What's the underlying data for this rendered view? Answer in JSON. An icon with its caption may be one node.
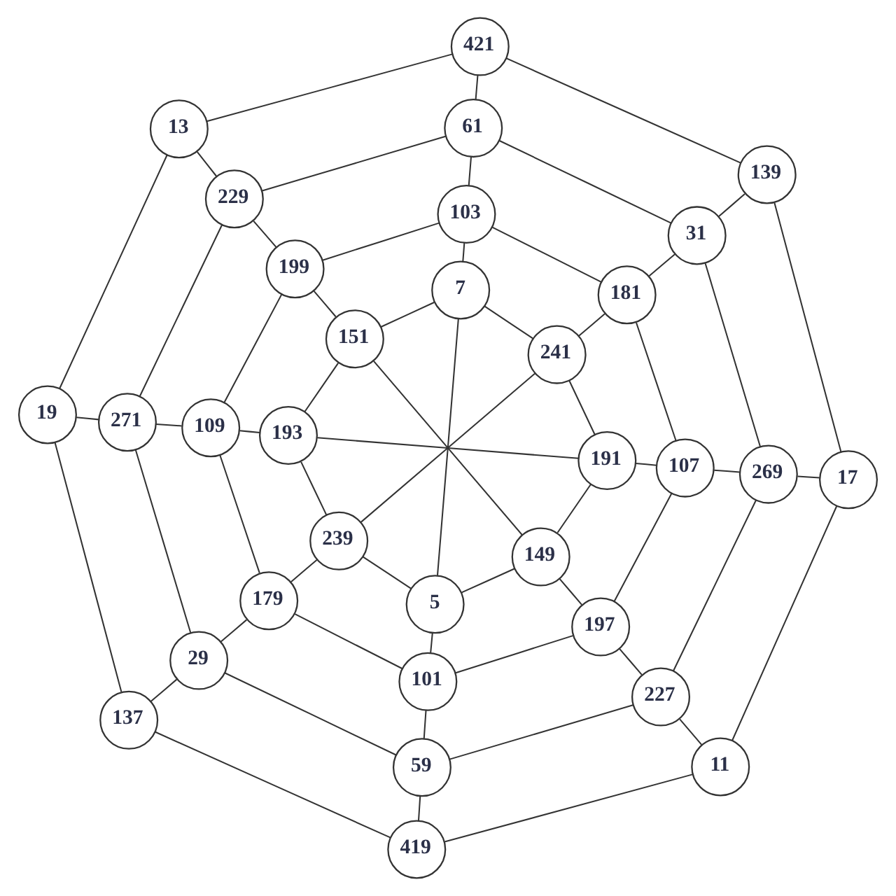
{
  "diagram": {
    "nodes": [
      {
        "text": [
          "11"
        ]
      },
      {
        "text": [
          "419"
        ]
      },
      {
        "text": [
          "137"
        ]
      },
      {
        "text": [
          "19"
        ]
      },
      {
        "text": [
          "13"
        ]
      },
      {
        "text": [
          "421"
        ]
      },
      {
        "text": [
          "139"
        ]
      },
      {
        "text": [
          "17"
        ]
      },
      {
        "text": [
          "227"
        ]
      },
      {
        "text": [
          "59"
        ]
      },
      {
        "text": [
          "29"
        ]
      },
      {
        "text": [
          "271"
        ]
      },
      {
        "text": [
          "229"
        ]
      },
      {
        "text": [
          "61"
        ]
      },
      {
        "text": [
          "31"
        ]
      },
      {
        "text": [
          "269"
        ]
      },
      {
        "text": [
          "197"
        ]
      },
      {
        "text": [
          "101"
        ]
      },
      {
        "text": [
          "179"
        ]
      },
      {
        "text": [
          "109"
        ]
      },
      {
        "text": [
          "199"
        ]
      },
      {
        "text": [
          "103"
        ]
      },
      {
        "text": [
          "181"
        ]
      },
      {
        "text": [
          "107"
        ]
      },
      {
        "text": [
          "149"
        ]
      },
      {
        "text": [
          "5"
        ]
      },
      {
        "text": [
          "239"
        ]
      },
      {
        "text": [
          "193"
        ]
      },
      {
        "text": [
          "151"
        ]
      },
      {
        "text": [
          "7"
        ]
      },
      {
        "text": [
          "241"
        ]
      },
      {
        "text": [
          "191"
        ]
      }
    ],
    "edges": [
      {
        "from": 0,
        "to": 1,
        "arrow": "none"
      },
      {
        "from": 1,
        "to": 2,
        "arrow": "none"
      },
      {
        "from": 2,
        "to": 3,
        "arrow": "none"
      },
      {
        "from": 3,
        "to": 4,
        "arrow": "none"
      },
      {
        "from": 4,
        "to": 5,
        "arrow": "none"
      },
      {
        "from": 5,
        "to": 6,
        "arrow": "none"
      },
      {
        "from": 6,
        "to": 7,
        "arrow": "none"
      },
      {
        "from": 7,
        "to": 0,
        "arrow": "none"
      },
      {
        "from": 8,
        "to": 9,
        "arrow": "none"
      },
      {
        "from": 9,
        "to": 10,
        "arrow": "none"
      },
      {
        "from": 10,
        "to": 11,
        "arrow": "none"
      },
      {
        "from": 11,
        "to": 12,
        "arrow": "none"
      },
      {
        "from": 12,
        "to": 13,
        "arrow": "none"
      },
      {
        "from": 13,
        "to": 14,
        "arrow": "none"
      },
      {
        "from": 14,
        "to": 15,
        "arrow": "none"
      },
      {
        "from": 15,
        "to": 8,
        "arrow": "none"
      },
      {
        "from": 16,
        "to": 17,
        "arrow": "none"
      },
      {
        "from": 17,
        "to": 18,
        "arrow": "none"
      },
      {
        "from": 18,
        "to": 19,
        "arrow": "none"
      },
      {
        "from": 19,
        "to": 20,
        "arrow": "none"
      },
      {
        "from": 20,
        "to": 21,
        "arrow": "none"
      },
      {
        "from": 21,
        "to": 22,
        "arrow": "none"
      },
      {
        "from": 22,
        "to": 23,
        "arrow": "none"
      },
      {
        "from": 23,
        "to": 16,
        "arrow": "none"
      },
      {
        "from": 24,
        "to": 25,
        "arrow": "none"
      },
      {
        "from": 25,
        "to": 26,
        "arrow": "none"
      },
      {
        "from": 26,
        "to": 27,
        "arrow": "none"
      },
      {
        "from": 27,
        "to": 28,
        "arrow": "none"
      },
      {
        "from": 28,
        "to": 29,
        "arrow": "none"
      },
      {
        "from": 29,
        "to": 30,
        "arrow": "none"
      },
      {
        "from": 30,
        "to": 31,
        "arrow": "none"
      },
      {
        "from": 31,
        "to": 24,
        "arrow": "none"
      },
      {
        "from": 0,
        "to": 8,
        "arrow": "none"
      },
      {
        "from": 1,
        "to": 9,
        "arrow": "none"
      },
      {
        "from": 2,
        "to": 10,
        "arrow": "none"
      },
      {
        "from": 3,
        "to": 11,
        "arrow": "none"
      },
      {
        "from": 4,
        "to": 12,
        "arrow": "none"
      },
      {
        "from": 5,
        "to": 13,
        "arrow": "none"
      },
      {
        "from": 6,
        "to": 14,
        "arrow": "none"
      },
      {
        "from": 7,
        "to": 15,
        "arrow": "none"
      },
      {
        "from": 8,
        "to": 16,
        "arrow": "none"
      },
      {
        "from": 9,
        "to": 17,
        "arrow": "none"
      },
      {
        "from": 10,
        "to": 18,
        "arrow": "none"
      },
      {
        "from": 11,
        "to": 19,
        "arrow": "none"
      },
      {
        "from": 12,
        "to": 20,
        "arrow": "none"
      },
      {
        "from": 13,
        "to": 21,
        "arrow": "none"
      },
      {
        "from": 14,
        "to": 22,
        "arrow": "none"
      },
      {
        "from": 15,
        "to": 23,
        "arrow": "none"
      },
      {
        "from": 16,
        "to": 24,
        "arrow": "none"
      },
      {
        "from": 17,
        "to": 25,
        "arrow": "none"
      },
      {
        "from": 18,
        "to": 26,
        "arrow": "none"
      },
      {
        "from": 19,
        "to": 27,
        "arrow": "none"
      },
      {
        "from": 20,
        "to": 28,
        "arrow": "none"
      },
      {
        "from": 21,
        "to": 29,
        "arrow": "none"
      },
      {
        "from": 22,
        "to": 30,
        "arrow": "none"
      },
      {
        "from": 23,
        "to": 31,
        "arrow": "none"
      },
      {
        "from": 24,
        "to": 28,
        "arrow": "none"
      },
      {
        "from": 25,
        "to": 29,
        "arrow": "none"
      },
      {
        "from": 26,
        "to": 30,
        "arrow": "none"
      },
      {
        "from": 27,
        "to": 31,
        "arrow": "none"
      }
    ]
  }
}
